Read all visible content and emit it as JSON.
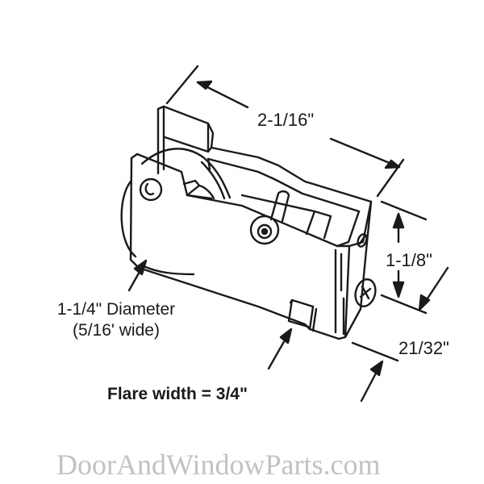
{
  "diagram": {
    "subject": "Sliding door roller assembly (isometric line drawing)",
    "dimensions": {
      "length": "2-1/16\"",
      "height": "1-1/8\"",
      "width": "21/32\"",
      "wheel_diameter": "1-1/4\" Diameter",
      "wheel_width": "(5/16' wide)",
      "flare": "Flare width = 3/4\""
    },
    "watermark": "DoorAndWindowParts.com",
    "colors": {
      "line": "#1a1a1a",
      "background": "#ffffff",
      "watermark": "#c2c2c2"
    }
  }
}
